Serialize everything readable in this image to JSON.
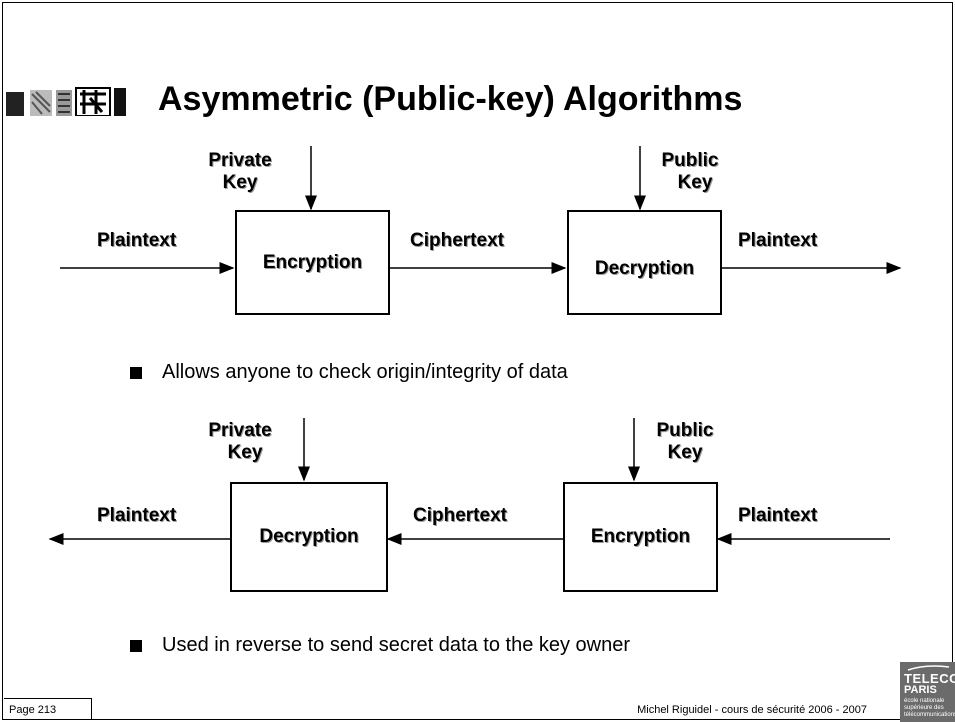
{
  "slide": {
    "title": "Asymmetric (Public-key) Algorithms",
    "page_number": "Page 213",
    "footer_author": "Michel Riguidel - cours de sécurité 2006 - 2007"
  },
  "diagram_top": {
    "private_key_line1": "Private",
    "private_key_line2": "Key",
    "public_key_line1": "Public",
    "public_key_line2": "Key",
    "input_label": "Plaintext",
    "box1_label": "Encryption",
    "middle_label": "Ciphertext",
    "box2_label": "Decryption",
    "output_label": "Plaintext"
  },
  "bullet1": "Allows anyone to check origin/integrity of data",
  "diagram_bottom": {
    "private_key_line1": "Private",
    "private_key_line2": "Key",
    "public_key_line1": "Public",
    "public_key_line2": "Key",
    "output_label": "Plaintext",
    "box1_label": "Decryption",
    "middle_label": "Ciphertext",
    "box2_label": "Encryption",
    "input_label": "Plaintext"
  },
  "bullet2": "Used in reverse to send secret data to the key owner",
  "logo": {
    "line1": "TELECOM",
    "line2": "PARIS",
    "line3": "école nationale supérieure des télécommunications"
  }
}
